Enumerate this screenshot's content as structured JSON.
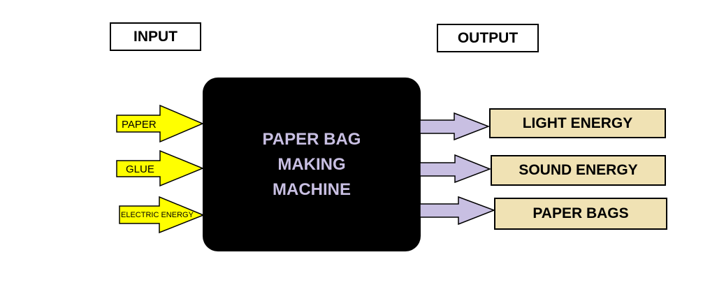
{
  "input_label": "INPUT",
  "output_label": "OUTPUT",
  "machine": {
    "lines": [
      "PAPER BAG",
      "MAKING",
      "MACHINE"
    ]
  },
  "inputs": [
    {
      "label": "PAPER"
    },
    {
      "label": "GLUE"
    },
    {
      "label": "ELECTRIC ENERGY"
    }
  ],
  "outputs": [
    {
      "label": "LIGHT ENERGY"
    },
    {
      "label": "SOUND ENERGY"
    },
    {
      "label": "PAPER BAGS"
    }
  ],
  "colors": {
    "input_arrow_fill": "#ffff00",
    "output_arrow_fill": "#c8bfe2",
    "machine_fill": "#000000",
    "machine_text": "#c8bfe2",
    "output_box_fill": "#f0e2b4"
  }
}
